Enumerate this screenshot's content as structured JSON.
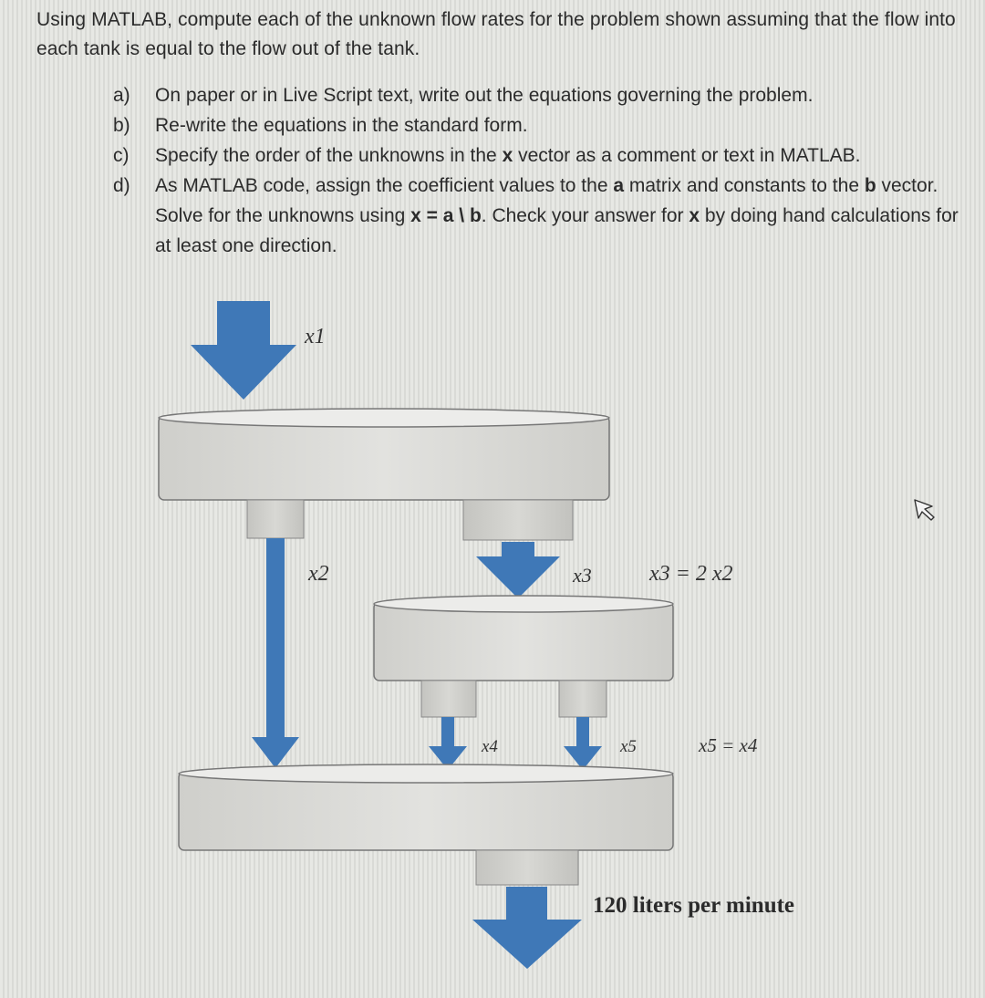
{
  "problem": {
    "intro": "Using MATLAB, compute each of the unknown flow rates for the problem shown assuming that the flow into each tank is equal to the flow out of the tank.",
    "tasks": [
      {
        "marker": "a)",
        "text": "On paper or in Live Script text, write out the equations governing the problem."
      },
      {
        "marker": "b)",
        "text": "Re-write the equations in the standard form."
      },
      {
        "marker": "c)",
        "pre": "Specify the order of the unknowns in the ",
        "bold": "x",
        "post": " vector as a comment or text in MATLAB."
      },
      {
        "marker": "d)",
        "t1": "As MATLAB code, assign the coefficient values to the ",
        "b1": "a",
        "t2": " matrix and constants to the ",
        "b2": "b",
        "t3": " vector.  Solve for the unknowns using ",
        "b3": "x = a \\ b",
        "t4": ".  Check your answer for ",
        "b4": "x",
        "t5": " by doing hand calculations for at least one direction."
      }
    ]
  },
  "diagram": {
    "labels": {
      "x1": "x1",
      "x2": "x2",
      "x3": "x3",
      "x4": "x4",
      "x5": "x5",
      "rel_x3": "x3 = 2 x2",
      "rel_x5": "x5 = x4",
      "outflow": "120 liters per minute"
    },
    "colors": {
      "arrow": "#3f78b7",
      "tank": "#dcdcd8",
      "tank_top": "#ececea",
      "outline": "#6e6e6e"
    }
  }
}
